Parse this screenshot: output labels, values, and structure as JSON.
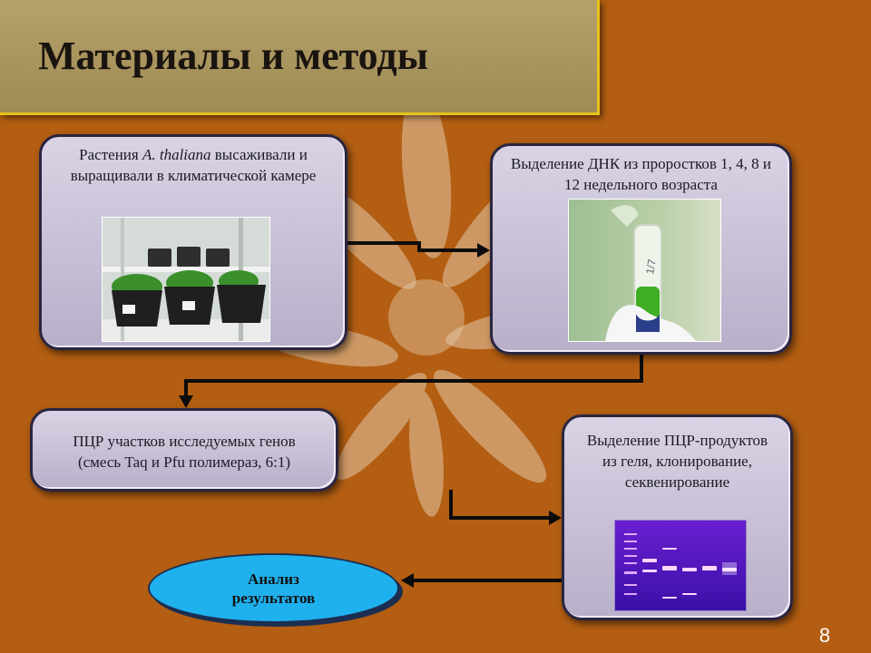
{
  "slide": {
    "title": "Материалы и методы",
    "page_number": "8"
  },
  "steps": {
    "plants": {
      "text_pre": "Растения ",
      "text_italic": "A. thaliana",
      "text_post": " высаживали и выращивали в климатической камере",
      "image": "photo-plants-in-chamber"
    },
    "dna": {
      "text": "Выделение ДНК из проростков 1, 4, 8 и 12 недельного возраста",
      "image": "photo-dna-tube",
      "tube_label": "1/7"
    },
    "pcr": {
      "line1": "ПЦР участков исследуемых генов",
      "line2": "(смесь Taq и Pfu полимераз, 6:1)"
    },
    "gel": {
      "text": "Выделение ПЦР-продуктов из геля, клонирование, секвенирование",
      "image": "photo-agarose-gel"
    },
    "result": {
      "text": "Анализ результатов"
    }
  },
  "colors": {
    "background": "#b35e12",
    "title_bg": "#a89358",
    "title_border": "#e6c31e",
    "box_fill": "#c9c1d6",
    "ellipse_fill": "#1fb1ee",
    "arrow": "#0c0c0c"
  }
}
